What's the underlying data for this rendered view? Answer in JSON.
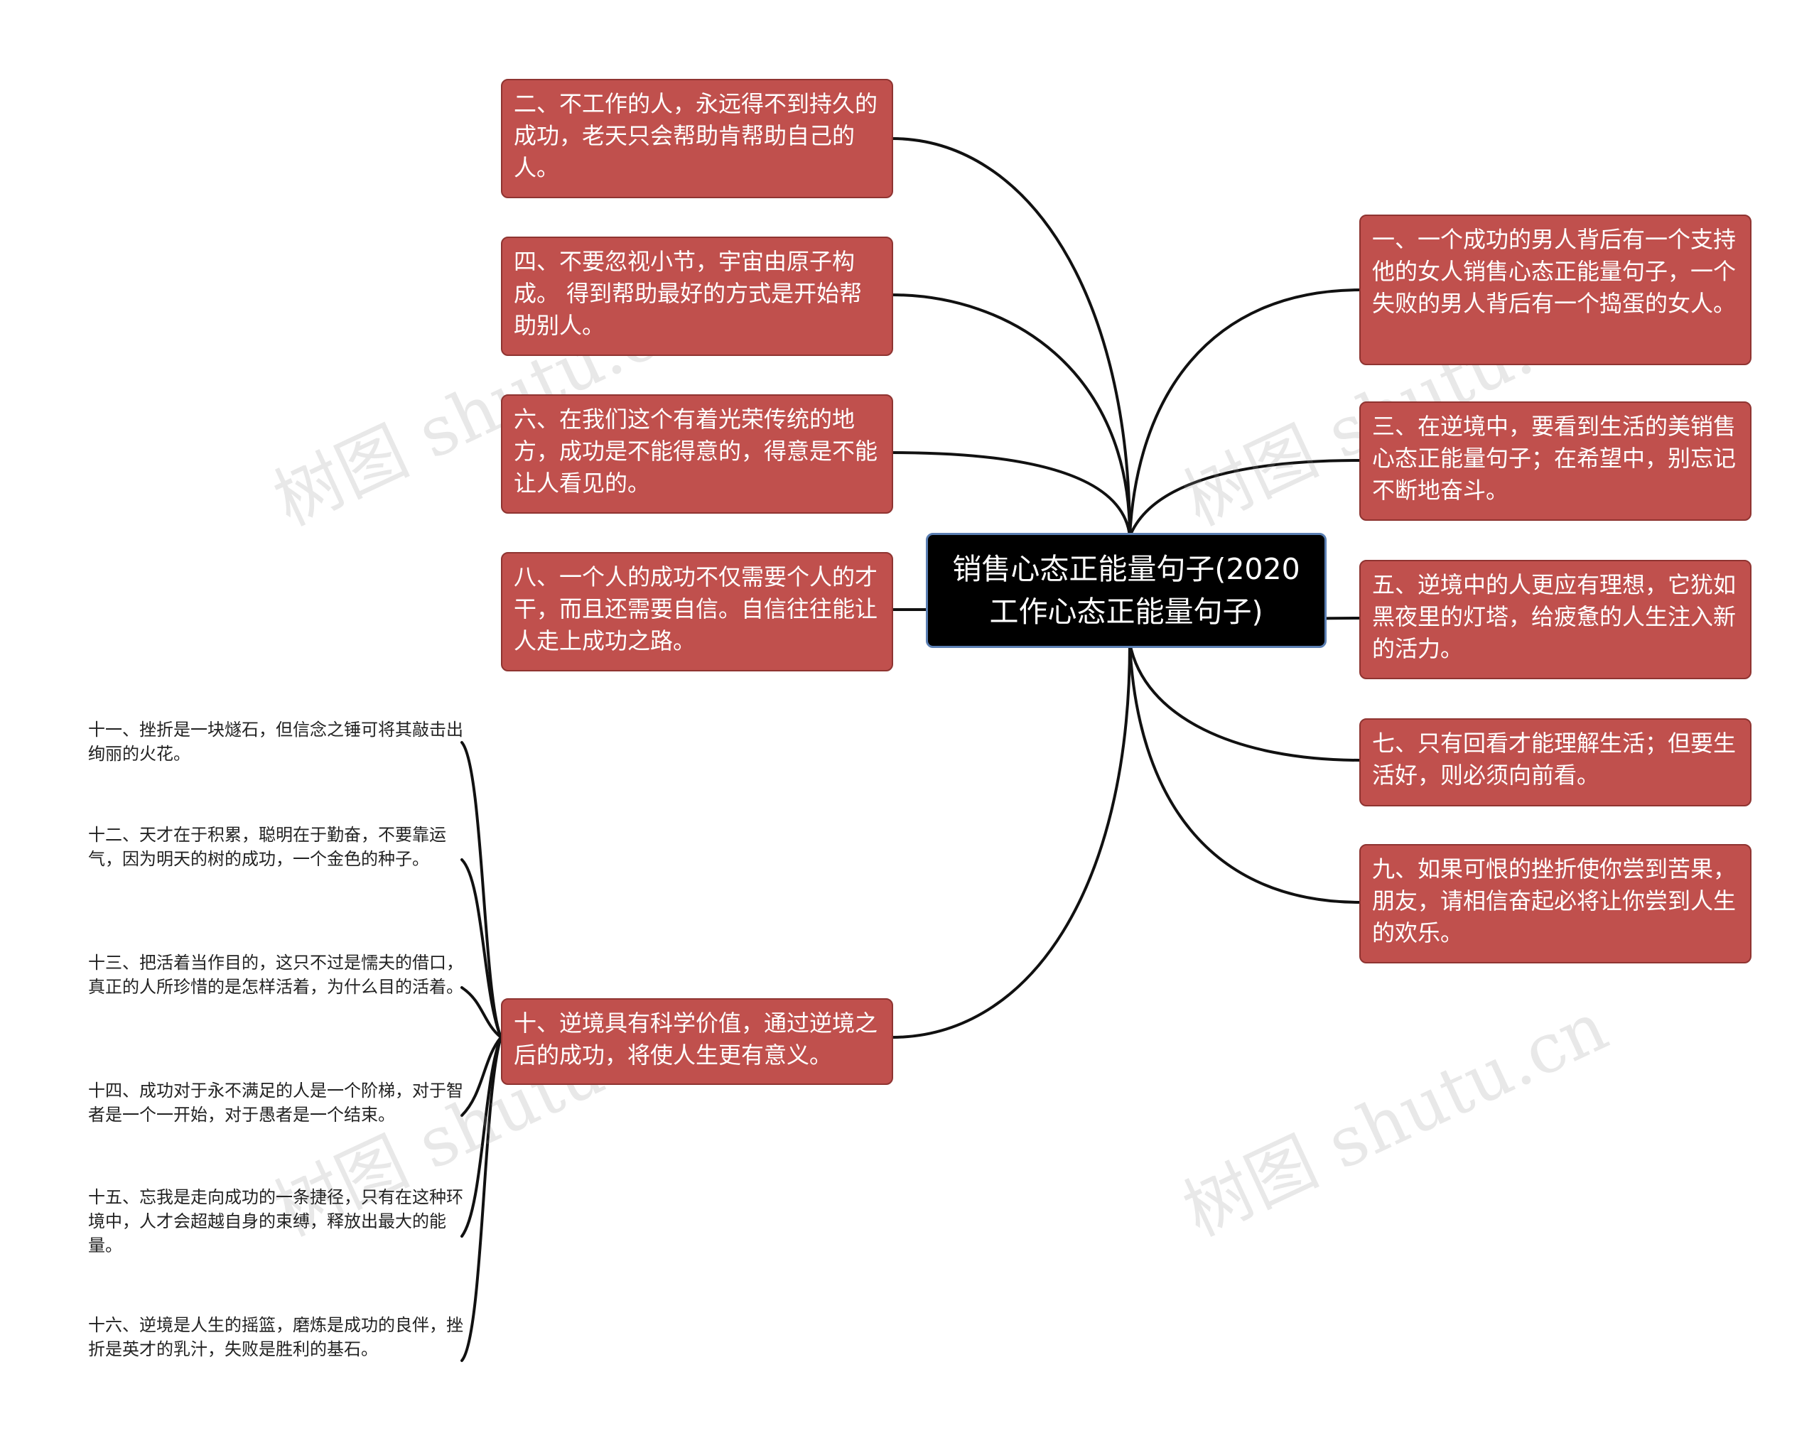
{
  "root": {
    "label": "销售心态正能量句子(2020工作心态正能量句子)"
  },
  "left_nodes": [
    {
      "id": "l2",
      "text": "二、不工作的人，永远得不到持久的成功，老天只会帮助肯帮助自己的人。"
    },
    {
      "id": "l4",
      "text": "四、不要忽视小节，宇宙由原子构成。 得到帮助最好的方式是开始帮助别人。"
    },
    {
      "id": "l6",
      "text": "六、在我们这个有着光荣传统的地方，成功是不能得意的，得意是不能让人看见的。"
    },
    {
      "id": "l8",
      "text": "八、一个人的成功不仅需要个人的才干，而且还需要自信。自信往往能让人走上成功之路。"
    },
    {
      "id": "l10",
      "text": "十、逆境具有科学价值，通过逆境之后的成功，将使人生更有意义。"
    }
  ],
  "right_nodes": [
    {
      "id": "r1",
      "text": "一、一个成功的男人背后有一个支持他的女人销售心态正能量句子，一个失败的男人背后有一个捣蛋的女人。"
    },
    {
      "id": "r3",
      "text": "三、在逆境中，要看到生活的美销售心态正能量句子；在希望中，别忘记不断地奋斗。"
    },
    {
      "id": "r5",
      "text": "五、逆境中的人更应有理想，它犹如黑夜里的灯塔，给疲惫的人生注入新的活力。"
    },
    {
      "id": "r7",
      "text": "七、只有回看才能理解生活；但要生活好，则必须向前看。"
    },
    {
      "id": "r9",
      "text": "九、如果可恨的挫折使你尝到苦果，朋友，请相信奋起必将让你尝到人生的欢乐。"
    }
  ],
  "leaf_nodes": [
    {
      "id": "c11",
      "text": "十一、挫折是一块燧石，但信念之锤可将其敲击出绚丽的火花。"
    },
    {
      "id": "c12",
      "text": "十二、天才在于积累，聪明在于勤奋，不要靠运气，因为明天的树的成功，一个金色的种子。"
    },
    {
      "id": "c13",
      "text": "十三、把活着当作目的，这只不过是懦夫的借口，真正的人所珍惜的是怎样活着，为什么目的活着。"
    },
    {
      "id": "c14",
      "text": "十四、成功对于永不满足的人是一个阶梯，对于智者是一个一开始，对于愚者是一个结束。"
    },
    {
      "id": "c15",
      "text": "十五、忘我是走向成功的一条捷径，只有在这种环境中，人才会超越自身的束缚，释放出最大的能量。"
    },
    {
      "id": "c16",
      "text": "十六、逆境是人生的摇篮，磨炼是成功的良伴，挫折是英才的乳汁，失败是胜利的基石。"
    }
  ],
  "watermarks": [
    "树图 shutu.cn",
    "树图 shutu.cn",
    "树图 shutu.cn",
    "树图 shutu.cn"
  ],
  "colors": {
    "node_fill": "#c0504d",
    "node_border": "#8f3431",
    "root_fill": "#000000",
    "root_border": "#5b7fb3",
    "link": "#111111"
  }
}
